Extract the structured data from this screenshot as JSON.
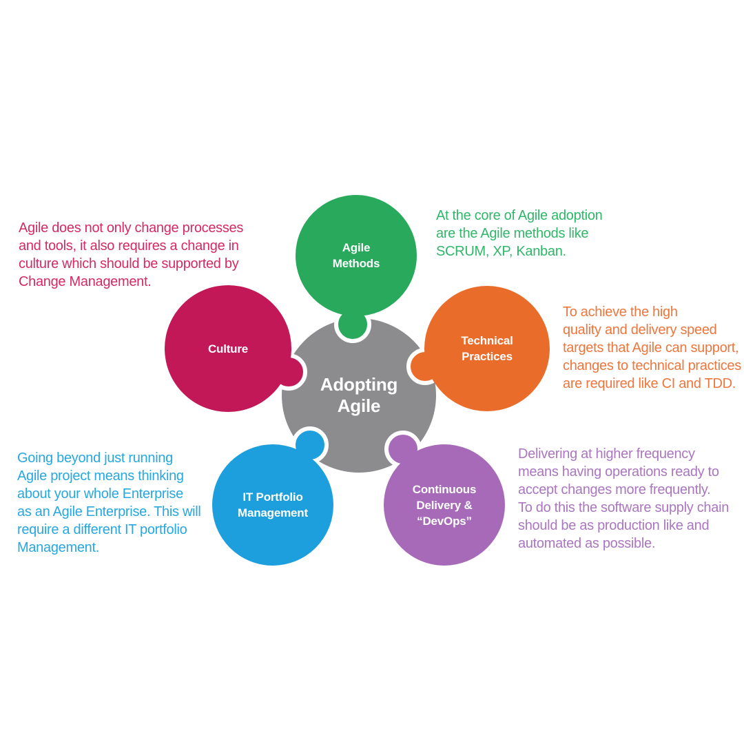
{
  "diagram_title": "Adopting Agile",
  "background_color": "#ffffff",
  "center": {
    "label": "Adopting\nAgile",
    "color": "#8c8c8e",
    "text_color": "#ffffff"
  },
  "nodes": {
    "agile_methods": {
      "label": "Agile\nMethods",
      "color": "#28a95c",
      "annotation": "At the core of Agile adoption\nare the Agile methods like\nSCRUM, XP, Kanban.",
      "annotation_color": "#2fb768"
    },
    "technical_practices": {
      "label": "Technical\nPractices",
      "color": "#e96c2a",
      "annotation": "To achieve the high\nquality and delivery speed\ntargets that Agile can support,\nchanges to technical practices\nare required like CI and TDD.",
      "annotation_color": "#ee763d"
    },
    "culture": {
      "label": "Culture",
      "color": "#c21858",
      "annotation": "Agile does not only change processes\nand tools, it also requires a change in\nculture which should be supported by\nChange Management.",
      "annotation_color": "#d42a63"
    },
    "it_portfolio_management": {
      "label": "IT Portfolio\nManagement",
      "color": "#1c9fdc",
      "annotation": "Going beyond just running\nAgile project means thinking\nabout your whole Enterprise\nas an Agile Enterprise. This will\nrequire a different IT portfolio\nManagement.",
      "annotation_color": "#27a7e0"
    },
    "continuous_delivery": {
      "label": "Continuous\nDelivery &\n“DevOps”",
      "color": "#a66ab8",
      "annotation": "Delivering at higher frequency\nmeans having operations ready to\naccept changes more frequently.\nTo do this the software supply chain\nshould be as production like and\nautomated as possible.",
      "annotation_color": "#aa76c0"
    }
  }
}
